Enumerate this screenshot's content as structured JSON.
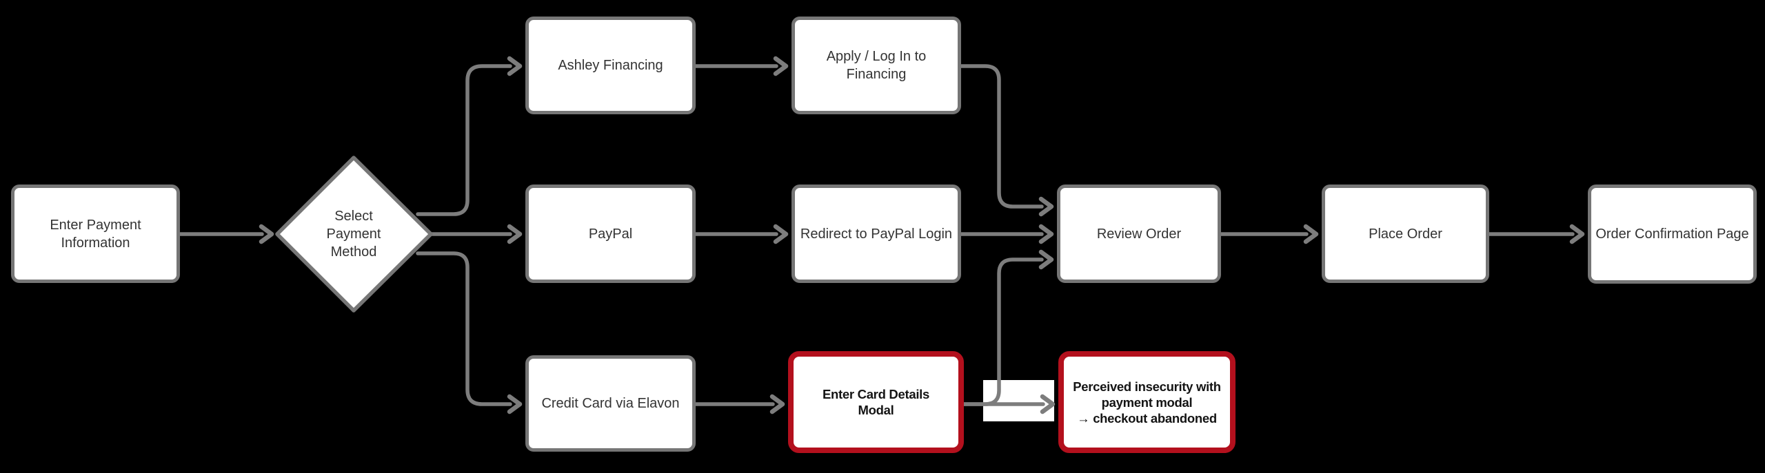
{
  "colors": {
    "canvas_bg": "#000000",
    "node_fill": "#ffffff",
    "node_border": "#767676",
    "edge": "#7d7d7d",
    "text": "#333333",
    "alert_border": "#b3101d",
    "alert_text": "#141414"
  },
  "nodes": {
    "enter_payment": {
      "label": "Enter Payment\nInformation",
      "role": "process"
    },
    "select_method": {
      "label": "Select\nPayment\nMethod",
      "role": "decision"
    },
    "ashley_financing": {
      "label": "Ashley Financing",
      "role": "process"
    },
    "apply_login": {
      "label": "Apply / Log In to\nFinancing",
      "role": "process"
    },
    "paypal": {
      "label": "PayPal",
      "role": "process"
    },
    "redirect_paypal": {
      "label": "Redirect to PayPal Login",
      "role": "process"
    },
    "credit_card": {
      "label": "Credit Card via Elavon",
      "role": "process"
    },
    "card_modal": {
      "label": "Enter Card Details\nModal",
      "role": "issue"
    },
    "review_order": {
      "label": "Review Order",
      "role": "process"
    },
    "place_order": {
      "label": "Place Order",
      "role": "process"
    },
    "order_confirmation": {
      "label": "Order Confirmation Page",
      "role": "process"
    },
    "abandoned_note": {
      "label": "Perceived insecurity with\npayment modal\n→ checkout abandoned",
      "role": "issue"
    }
  },
  "edges": [
    {
      "from": "enter_payment",
      "to": "select_method"
    },
    {
      "from": "select_method",
      "to": "ashley_financing"
    },
    {
      "from": "select_method",
      "to": "paypal"
    },
    {
      "from": "select_method",
      "to": "credit_card"
    },
    {
      "from": "ashley_financing",
      "to": "apply_login"
    },
    {
      "from": "apply_login",
      "to": "review_order"
    },
    {
      "from": "paypal",
      "to": "redirect_paypal"
    },
    {
      "from": "redirect_paypal",
      "to": "review_order"
    },
    {
      "from": "credit_card",
      "to": "card_modal"
    },
    {
      "from": "card_modal",
      "to": "review_order"
    },
    {
      "from": "card_modal",
      "to": "abandoned_note"
    },
    {
      "from": "review_order",
      "to": "place_order"
    },
    {
      "from": "place_order",
      "to": "order_confirmation"
    }
  ]
}
